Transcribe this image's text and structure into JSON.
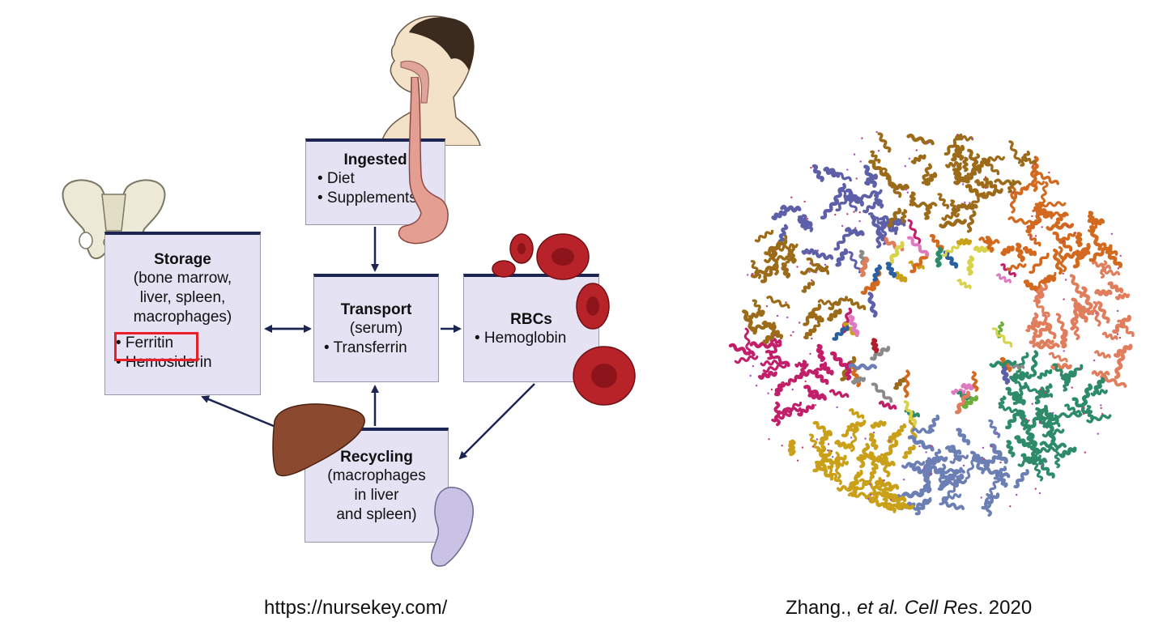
{
  "diagram": {
    "ingested": {
      "title": "Ingested",
      "items": [
        "• Diet",
        "• Supplements"
      ]
    },
    "storage": {
      "title": "Storage",
      "lines": [
        "(bone marrow,",
        "liver, spleen,",
        "macrophages)"
      ],
      "items": [
        "• Ferritin",
        "• Hemosiderin"
      ]
    },
    "transport": {
      "title": "Transport",
      "lines": [
        "(serum)"
      ],
      "items": [
        "• Transferrin"
      ]
    },
    "rbcs": {
      "title": "RBCs",
      "items": [
        "• Hemoglobin"
      ]
    },
    "recycling": {
      "title": "Recycling",
      "lines": [
        "(macrophages",
        "in liver",
        "and spleen)"
      ]
    }
  },
  "credits": {
    "left": "https://nursekey.com/",
    "right_author": "Zhang., ",
    "right_etal": "et al. Cell Res",
    "right_year": ". 2020"
  },
  "colors": {
    "box_fill": "#e4e2f3",
    "box_top_border": "#1d2553",
    "arrow": "#1d2553",
    "highlight": "#e8202a"
  },
  "icons": [
    "pelvis-icon",
    "head-profile-icon",
    "esophagus-stomach-icon",
    "red-blood-cell-icon",
    "liver-icon",
    "spleen-icon",
    "ferritin-protein-structure"
  ]
}
